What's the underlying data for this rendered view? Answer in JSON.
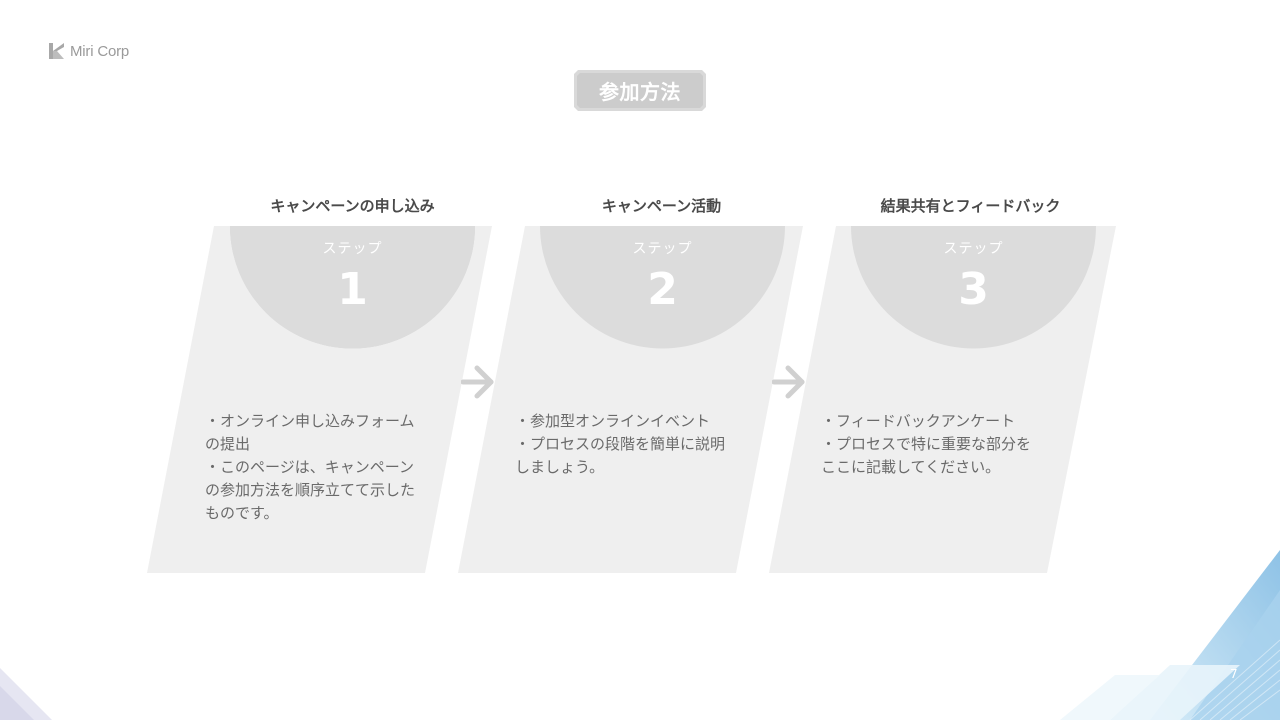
{
  "brand": {
    "logo_text": "Miri Corp",
    "logo_icon": "k-mark-icon",
    "logo_color": "#a8a8a8"
  },
  "slide": {
    "title": "参加方法",
    "page_number": "7"
  },
  "steps": [
    {
      "heading": "キャンペーンの申し込み",
      "label": "ステップ",
      "number": "1",
      "description": "・オンライン申し込みフォーム\nの提出\n・このページは、キャンペーン\nの参加方法を順序立てて示した\nものです。"
    },
    {
      "heading": "キャンペーン活動",
      "label": "ステップ",
      "number": "2",
      "description": "・参加型オンラインイベント\n・プロセスの段階を簡単に説明\nしましょう。"
    },
    {
      "heading": "結果共有とフィードバック",
      "label": "ステップ",
      "number": "3",
      "description": "・フィードバックアンケート\n・プロセスで特に重要な部分を\nここに記載してください。"
    }
  ],
  "colors": {
    "panel": "#efefef",
    "circle": "#dcdcdc",
    "badge": "#d4d4d4",
    "arrow": "#d0d0d0",
    "accent_blue": "#9fcbe8"
  }
}
